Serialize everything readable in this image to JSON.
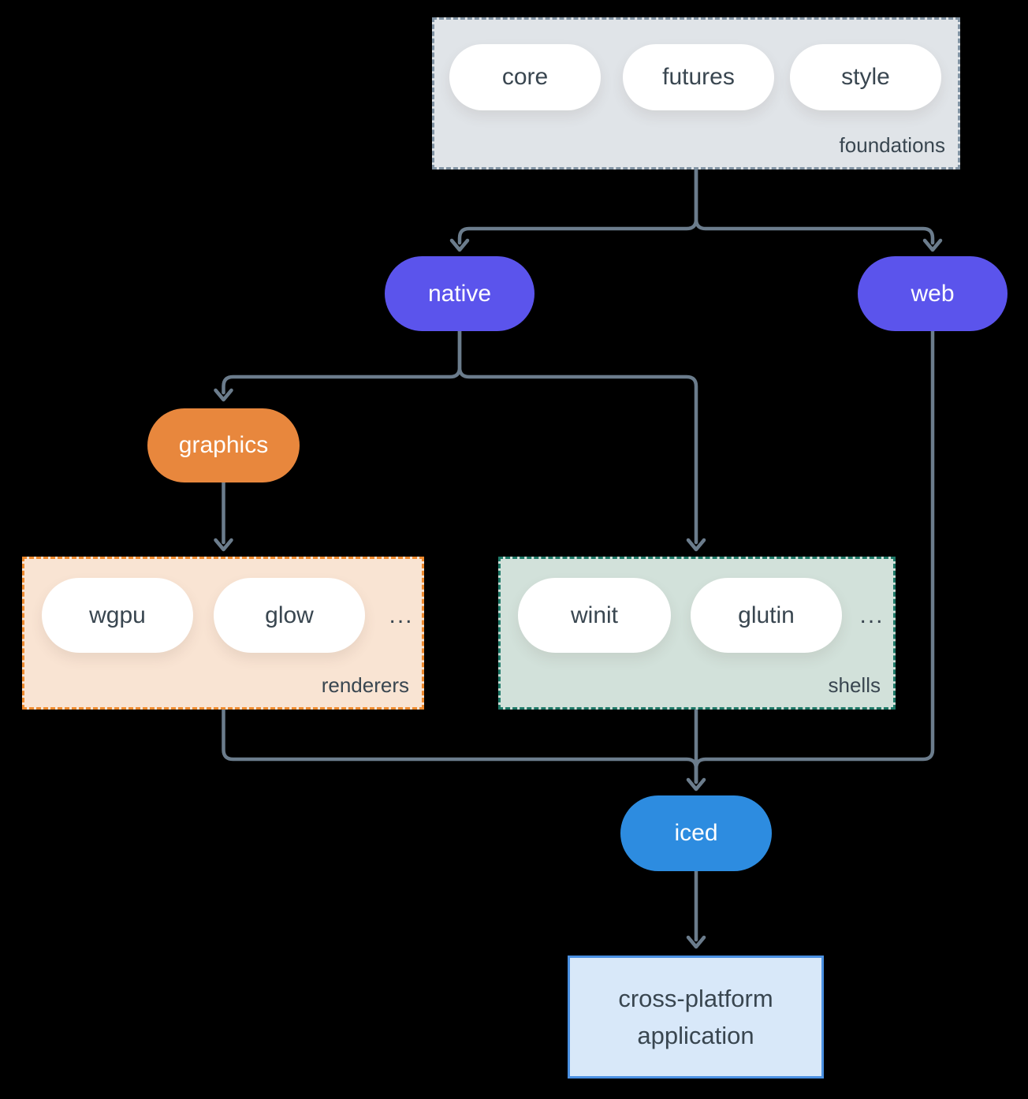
{
  "colors": {
    "background": "#000000",
    "line": "#6B7C8C",
    "purple": "#5B54EC",
    "orange": "#E8873D",
    "blue": "#2D8CE0",
    "foundations_fill": "#E0E4E8",
    "foundations_border": "#8193A3",
    "renderers_fill": "#F9E4D3",
    "renderers_border": "#EE8A2E",
    "shells_fill": "#D2E1DA",
    "shells_border": "#1E7968",
    "app_fill": "#D8E8F9",
    "app_border": "#4A90E2",
    "dark_text": "#394650",
    "light_text": "#FFFFFF"
  },
  "groups": {
    "foundations": {
      "label": "foundations",
      "pills": [
        "core",
        "futures",
        "style"
      ]
    },
    "renderers": {
      "label": "renderers",
      "pills": [
        "wgpu",
        "glow"
      ],
      "ellipsis": "..."
    },
    "shells": {
      "label": "shells",
      "pills": [
        "winit",
        "glutin"
      ],
      "ellipsis": "..."
    }
  },
  "nodes": {
    "native": "native",
    "web": "web",
    "graphics": "graphics",
    "iced": "iced",
    "application": {
      "line1": "cross-platform",
      "line2": "application"
    }
  }
}
